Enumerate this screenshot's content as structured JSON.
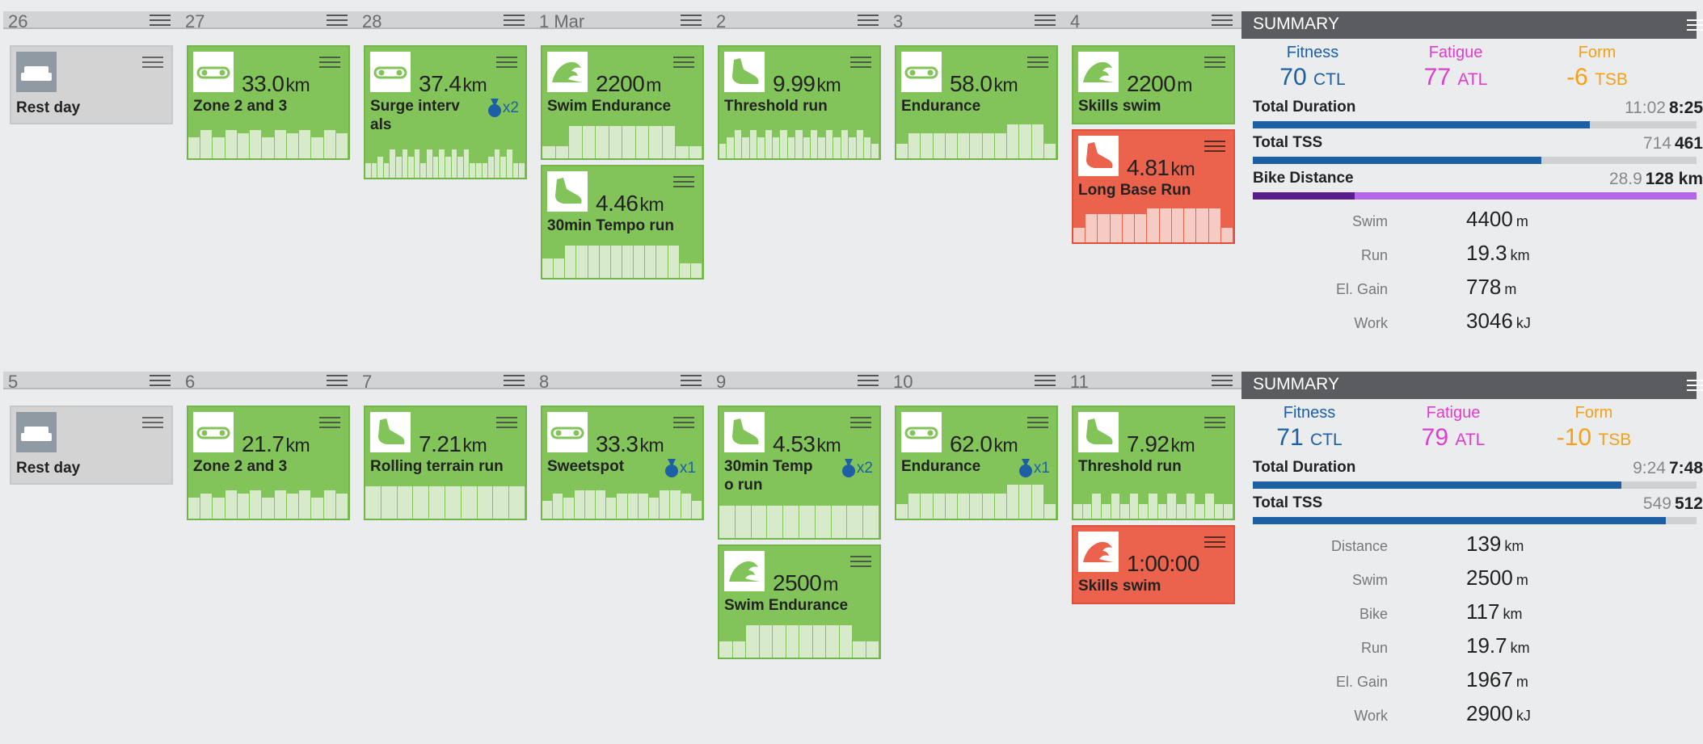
{
  "weeks": [
    {
      "days": [
        {
          "num": "26"
        },
        {
          "num": "27"
        },
        {
          "num": "28"
        },
        {
          "num": "1 Mar"
        },
        {
          "num": "2"
        },
        {
          "num": "3"
        },
        {
          "num": "4"
        }
      ],
      "cards": {
        "d0": {
          "title": "Rest day",
          "icon": "sofa-icon"
        },
        "d1": {
          "value": "33.0",
          "unit": "km",
          "title": "Zone 2 and 3",
          "icon": "bike-icon"
        },
        "d2": {
          "value": "37.4",
          "unit": "km",
          "title": "Surge intervals",
          "icon": "bike-icon",
          "badge": "x2"
        },
        "d3a": {
          "value": "2200",
          "unit": "m",
          "title": "Swim Endurance",
          "icon": "swim-wave-icon"
        },
        "d3b": {
          "value": "4.46",
          "unit": "km",
          "title": "30min Tempo run",
          "icon": "run-shoe-icon"
        },
        "d4": {
          "value": "9.99",
          "unit": "km",
          "title": "Threshold run",
          "icon": "run-shoe-icon"
        },
        "d5": {
          "value": "58.0",
          "unit": "km",
          "title": "Endurance",
          "icon": "bike-icon"
        },
        "d6a": {
          "value": "2200",
          "unit": "m",
          "title": "Skills swim",
          "icon": "swim-wave-icon"
        },
        "d6b": {
          "value": "4.81",
          "unit": "km",
          "title": "Long Base Run",
          "icon": "run-shoe-icon"
        }
      },
      "summary": {
        "title": "SUMMARY",
        "fitness": {
          "label": "Fitness",
          "value": "70",
          "unit": "CTL"
        },
        "fatigue": {
          "label": "Fatigue",
          "value": "77",
          "unit": "ATL"
        },
        "form": {
          "label": "Form",
          "value": "-6",
          "unit": "TSB"
        },
        "duration": {
          "label": "Total Duration",
          "planned": "11:02",
          "actual": "8:25",
          "progress": 0.76
        },
        "tss": {
          "label": "Total TSS",
          "planned": "714",
          "actual": "461",
          "progress": 0.65
        },
        "bike": {
          "label": "Bike Distance",
          "planned": "28.9",
          "actual": "128 km",
          "progress": 0.23
        },
        "stats": [
          {
            "label": "Swim",
            "value": "4400",
            "unit": "m"
          },
          {
            "label": "Run",
            "value": "19.3",
            "unit": "km"
          },
          {
            "label": "El. Gain",
            "value": "778",
            "unit": "m"
          },
          {
            "label": "Work",
            "value": "3046",
            "unit": "kJ"
          }
        ]
      }
    },
    {
      "days": [
        {
          "num": "5"
        },
        {
          "num": "6"
        },
        {
          "num": "7"
        },
        {
          "num": "8"
        },
        {
          "num": "9"
        },
        {
          "num": "10"
        },
        {
          "num": "11"
        }
      ],
      "cards": {
        "d0": {
          "title": "Rest day",
          "icon": "sofa-icon"
        },
        "d1": {
          "value": "21.7",
          "unit": "km",
          "title": "Zone 2 and 3",
          "icon": "bike-icon"
        },
        "d2": {
          "value": "7.21",
          "unit": "km",
          "title": "Rolling terrain run",
          "icon": "run-shoe-icon"
        },
        "d3": {
          "value": "33.3",
          "unit": "km",
          "title": "Sweetspot",
          "icon": "bike-icon",
          "badge": "x1"
        },
        "d4a": {
          "value": "4.53",
          "unit": "km",
          "title": "30min Tempo run",
          "icon": "run-shoe-icon",
          "badge": "x2"
        },
        "d4b": {
          "value": "2500",
          "unit": "m",
          "title": "Swim Endurance",
          "icon": "swim-wave-icon"
        },
        "d5": {
          "value": "62.0",
          "unit": "km",
          "title": "Endurance",
          "icon": "bike-icon",
          "badge": "x1"
        },
        "d6a": {
          "value": "7.92",
          "unit": "km",
          "title": "Threshold run",
          "icon": "run-shoe-icon"
        },
        "d6b": {
          "value": "1:00:00",
          "unit": "",
          "title": "Skills swim",
          "icon": "swim-wave-icon"
        }
      },
      "summary": {
        "title": "SUMMARY",
        "fitness": {
          "label": "Fitness",
          "value": "71",
          "unit": "CTL"
        },
        "fatigue": {
          "label": "Fatigue",
          "value": "79",
          "unit": "ATL"
        },
        "form": {
          "label": "Form",
          "value": "-10",
          "unit": "TSB"
        },
        "duration": {
          "label": "Total Duration",
          "planned": "9:24",
          "actual": "7:48",
          "progress": 0.83
        },
        "tss": {
          "label": "Total TSS",
          "planned": "549",
          "actual": "512",
          "progress": 0.93
        },
        "stats": [
          {
            "label": "Distance",
            "value": "139",
            "unit": "km"
          },
          {
            "label": "Swim",
            "value": "2500",
            "unit": "m"
          },
          {
            "label": "Bike",
            "value": "117",
            "unit": "km"
          },
          {
            "label": "Run",
            "value": "19.7",
            "unit": "km"
          },
          {
            "label": "El. Gain",
            "value": "1967",
            "unit": "m"
          },
          {
            "label": "Work",
            "value": "2900",
            "unit": "kJ"
          }
        ]
      }
    }
  ],
  "colors": {
    "green": "#82c35a",
    "red": "#eb634d",
    "fitness": "#1d5fa5",
    "fatigue": "#e03ccf",
    "form": "#f5a019",
    "bike_bar": "#8a3fd6"
  }
}
